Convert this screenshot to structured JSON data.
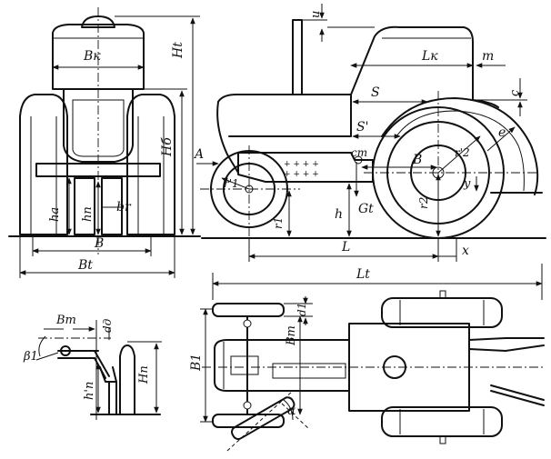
{
  "labels": {
    "Bk": "Bк",
    "Ht": "Ht",
    "Hb": "Hб",
    "ha": "hа",
    "hn": "hп",
    "br": "br",
    "B": "B",
    "Bt": "Bt",
    "u": "u",
    "Lk": "Lк",
    "m": "m",
    "c": "c",
    "S": "S",
    "S1": "S'",
    "e": "e",
    "A": "A",
    "r1p": "r'1",
    "r1": "r1",
    "h": "h",
    "Gt": "Gt",
    "cm": "cm",
    "Bside": "B",
    "r2p": "r'2",
    "r2": "r2",
    "y": "y",
    "L": "L",
    "x": "x",
    "Lt": "Lt",
    "B1": "B1",
    "Bm": "Bm",
    "d1": "d1",
    "alpha": "α",
    "Bm2": "Bm",
    "dd": "dд",
    "beta": "β1",
    "hn1": "h'п",
    "Hn": "Hп"
  }
}
